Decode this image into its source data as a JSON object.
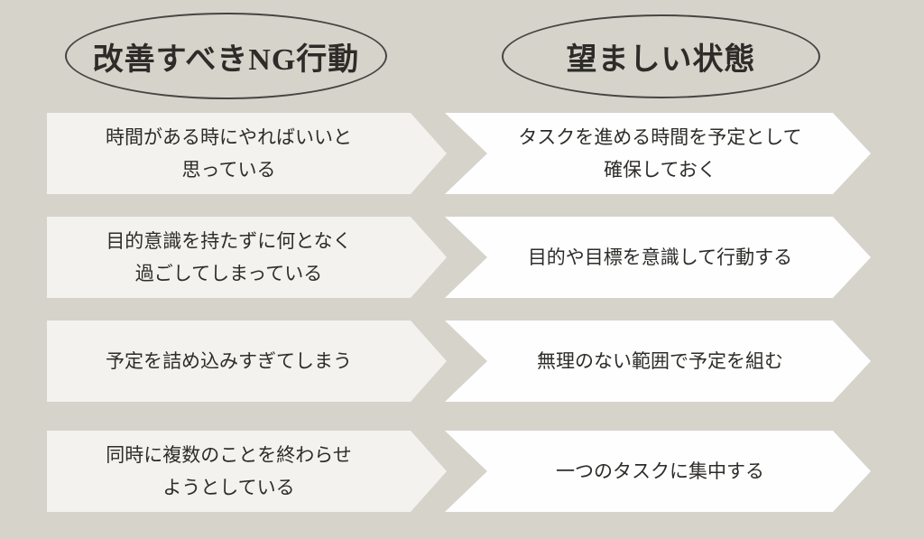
{
  "page": {
    "background_color": "#d6d3cb",
    "left_arrow_color": "#f3f2ef",
    "right_arrow_color": "#fefefe",
    "text_color": "#2d2c29",
    "oval_border_color": "#454541"
  },
  "headers": {
    "ng_column": "改善すべきNG行動",
    "ok_column": "望ましい状態"
  },
  "rows": [
    {
      "ng": "時間がある時にやればいいと\n思っている",
      "ok": "タスクを進める時間を予定として\n確保しておく"
    },
    {
      "ng": "目的意識を持たずに何となく\n過ごしてしまっている",
      "ok": "目的や目標を意識して行動する"
    },
    {
      "ng": "予定を詰め込みすぎてしまう",
      "ok": "無理のない範囲で予定を組む"
    },
    {
      "ng": "同時に複数のことを終わらせ\nようとしている",
      "ok": "一つのタスクに集中する"
    }
  ]
}
